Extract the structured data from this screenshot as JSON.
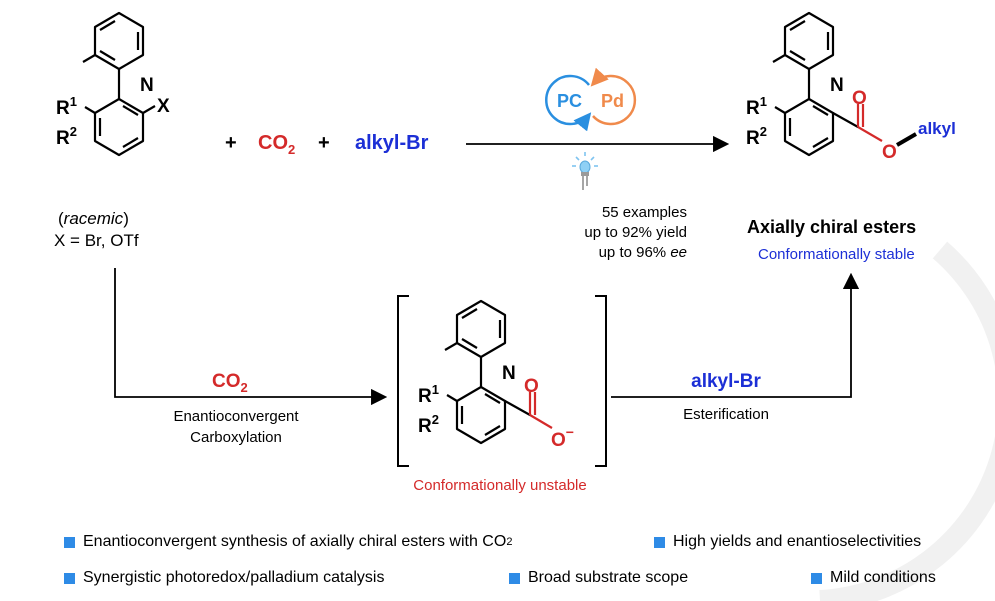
{
  "colors": {
    "red": "#d42a2a",
    "blue": "#1c2fd6",
    "pc_blue": "#2a8fe0",
    "pd_orange": "#f08a4b",
    "ink": "#000000"
  },
  "atoms": {
    "N": "N",
    "O": "O",
    "R": "R",
    "one": "1",
    "two": "2",
    "X": "X",
    "minus": "−"
  },
  "reactant": {
    "racemic_open": "(",
    "racemic": "racemic",
    "racemic_close": ")",
    "x_def": "X = Br, OTf"
  },
  "reagents": {
    "plus": "+",
    "co2_c": "CO",
    "co2_sub": "2",
    "alkyl_br": "alkyl-Br"
  },
  "catalysis": {
    "pc": "PC",
    "pd": "Pd"
  },
  "stats": {
    "examples": "55 examples",
    "yield": "up to 92% yield",
    "ee_prefix": "up to 96% ",
    "ee": "ee"
  },
  "product": {
    "alkyl": "alkyl",
    "title": "Axially chiral esters",
    "subtitle": "Conformationally stable"
  },
  "lower": {
    "co2_c": "CO",
    "co2_sub": "2",
    "enantio1": "Enantioconvergent",
    "enantio2": "Carboxylation",
    "alkyl_br": "alkyl-Br",
    "ester": "Esterification",
    "unstable": "Conformationally unstable"
  },
  "bullets": [
    {
      "text": "Enantioconvergent synthesis of axially chiral esters with CO",
      "sub": "2"
    },
    {
      "text": "High yields and enantioselectivities",
      "sub": ""
    },
    {
      "text": "Synergistic photoredox/palladium catalysis",
      "sub": ""
    },
    {
      "text": "Broad substrate scope",
      "sub": ""
    },
    {
      "text": "Mild conditions",
      "sub": ""
    }
  ]
}
